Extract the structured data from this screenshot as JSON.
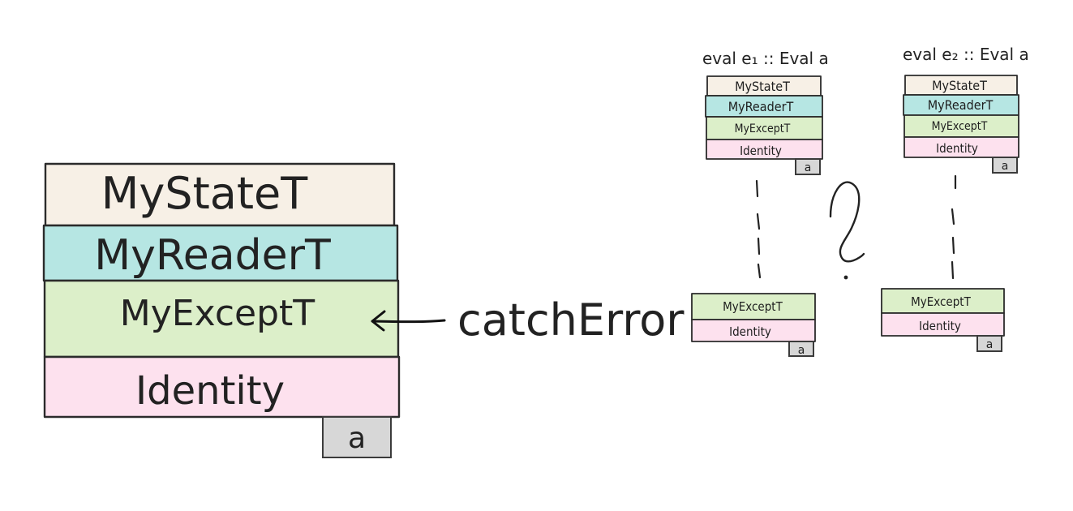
{
  "main_stack": {
    "layers": [
      {
        "label": "MyStateT",
        "color": "#f7f0e6"
      },
      {
        "label": "MyReaderT",
        "color": "#b6e6e3"
      },
      {
        "label": "MyExceptT",
        "color": "#dcefc9"
      },
      {
        "label": "Identity",
        "color": "#fde1ee"
      }
    ],
    "result_label": "a"
  },
  "catch_label": "catchError",
  "evaluations": [
    {
      "label": "eval e₁ :: Eval a",
      "result_label": "a",
      "stack_labels": [
        "MyStateT",
        "MyReaderT",
        "MyExceptT",
        "Identity"
      ],
      "reduced_labels": [
        "MyExceptT",
        "Identity"
      ],
      "reduced_result_label": "a"
    },
    {
      "label": "eval e₂ :: Eval a",
      "result_label": "a",
      "stack_labels": [
        "MyStateT",
        "MyReaderT",
        "MyExceptT",
        "Identity"
      ],
      "reduced_labels": [
        "MyExceptT",
        "Identity"
      ],
      "reduced_result_label": "a"
    }
  ],
  "question_mark": "?"
}
